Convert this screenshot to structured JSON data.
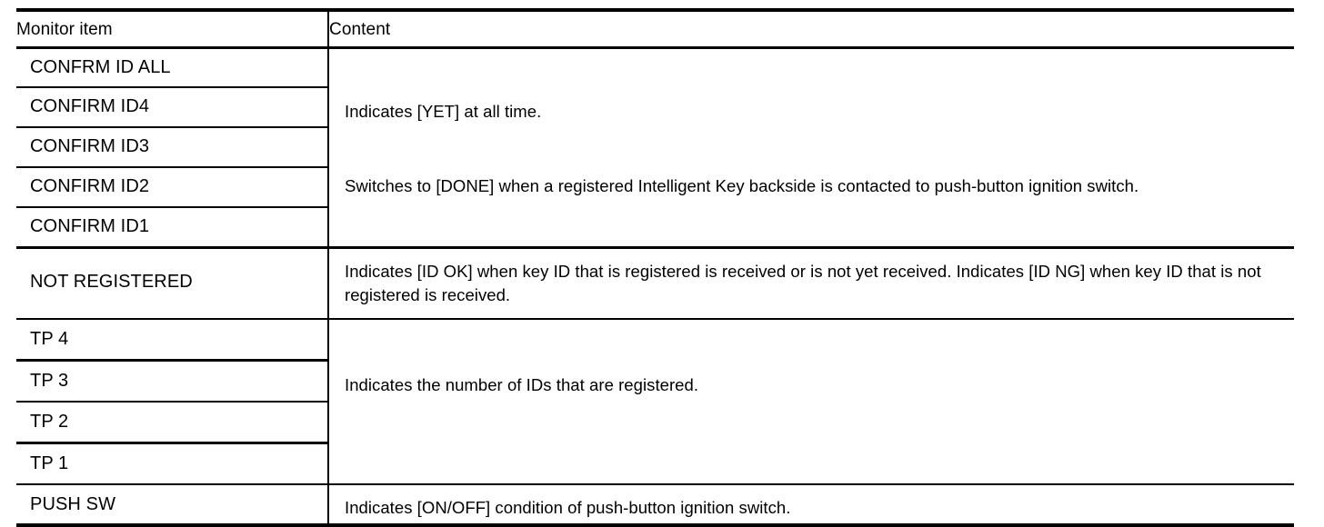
{
  "table": {
    "headers": {
      "monitor_item": "Monitor item",
      "content": "Content"
    },
    "groups": [
      {
        "id": "confirm-id",
        "items": [
          "CONFRM ID ALL",
          "CONFIRM ID4",
          "CONFIRM ID3",
          "CONFIRM ID2",
          "CONFIRM ID1"
        ],
        "content_lines": [
          "Indicates [YET] at all time.",
          "Switches to [DONE] when a registered Intelligent Key backside is contacted to push-button ignition switch."
        ],
        "content": "Indicates [YET] at all time. Switches to [DONE] when a registered Intelligent Key backside is contacted to push-button ignition switch."
      },
      {
        "id": "not-registered",
        "items": [
          "NOT REGISTERED"
        ],
        "content_lines": [
          "Indicates [ID OK] when key ID that is registered is received or is not yet received. Indicates [ID NG] when key ID that is not registered is received."
        ],
        "content": "Indicates [ID OK] when key ID that is registered is received or is not yet received. Indicates [ID NG] when key ID that is not registered is received."
      },
      {
        "id": "tp",
        "items": [
          "TP 4",
          "TP 3",
          "TP 2",
          "TP 1"
        ],
        "content_lines": [
          "Indicates the number of IDs that are registered."
        ],
        "content": "Indicates the number of IDs that are registered."
      },
      {
        "id": "push-sw",
        "items": [
          "PUSH SW"
        ],
        "content_lines": [
          "Indicates [ON/OFF] condition of push-button ignition switch."
        ],
        "content": "Indicates [ON/OFF] condition of push-button ignition switch."
      }
    ]
  }
}
